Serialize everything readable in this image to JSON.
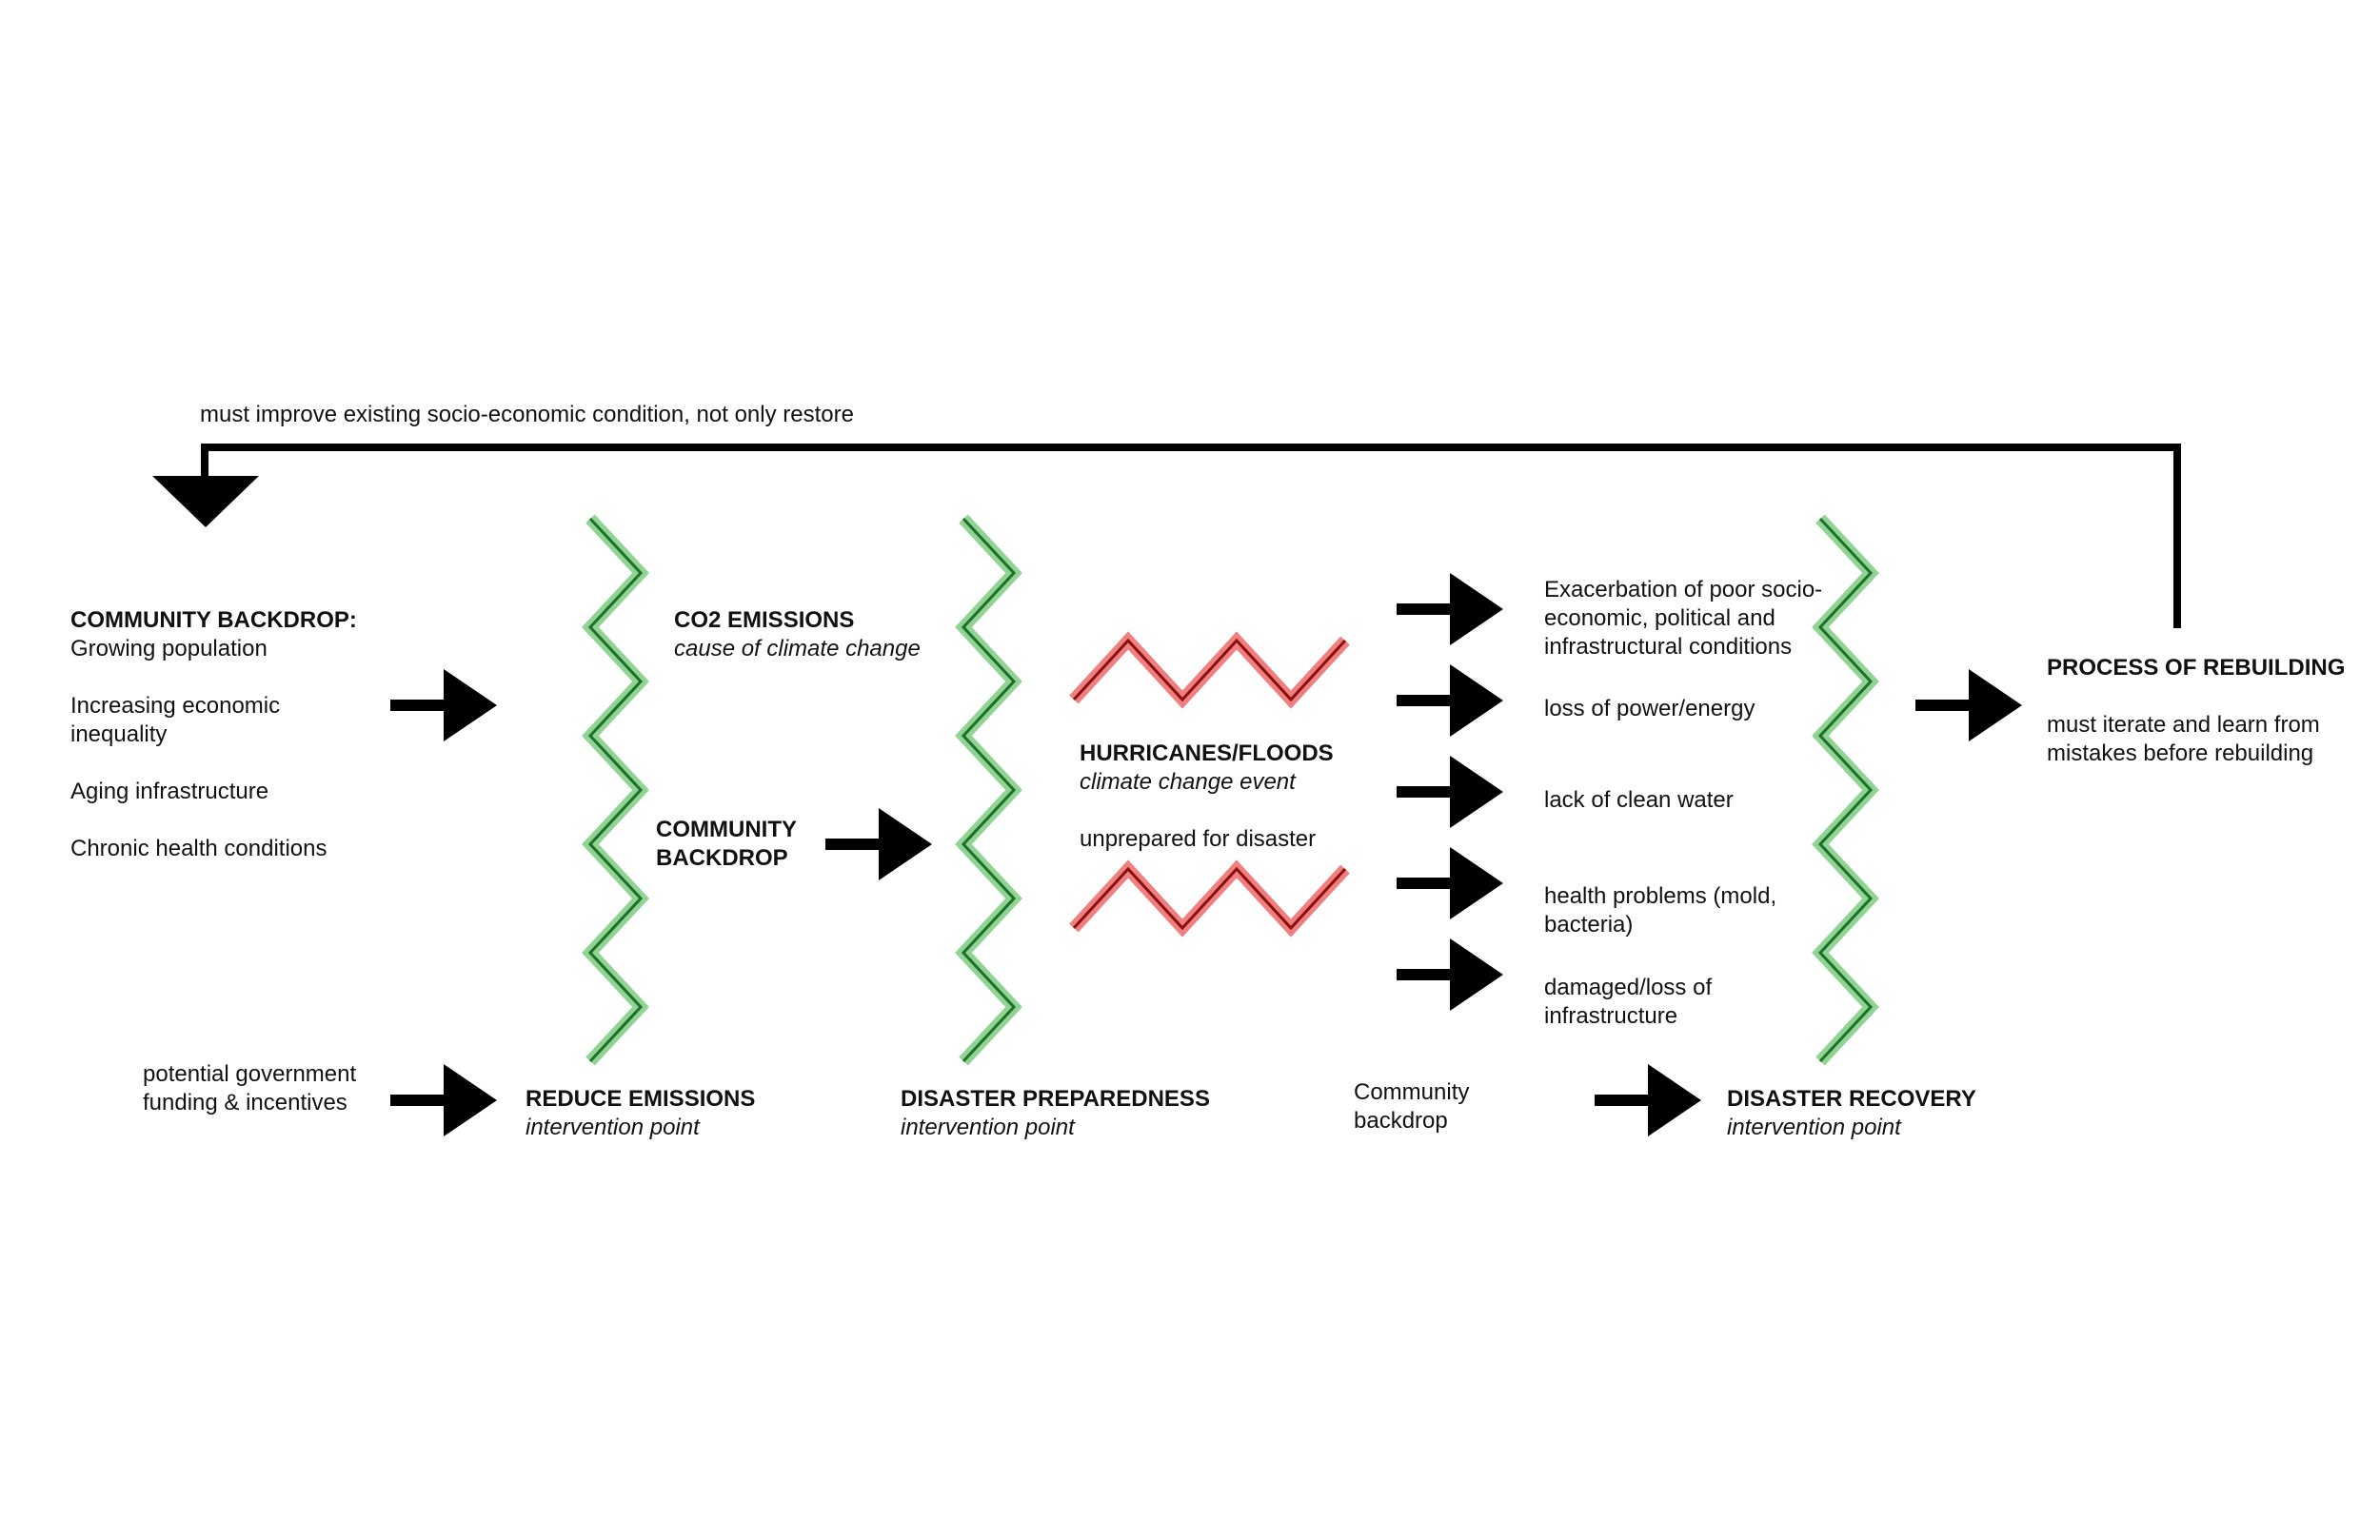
{
  "feedback": {
    "label": "must improve existing socio-economic condition, not only restore"
  },
  "community": {
    "title": "COMMUNITY BACKDROP:",
    "items": [
      "Growing population",
      "Increasing economic",
      "inequality",
      "Aging infrastructure",
      "Chronic health conditions"
    ]
  },
  "co2": {
    "title": "CO2 EMISSIONS",
    "subtitle": "cause of climate change"
  },
  "community_mid": {
    "line1": "COMMUNITY",
    "line2": "BACKDROP"
  },
  "hurricanes": {
    "title": "HURRICANES/FLOODS",
    "subtitle": "climate change event",
    "note": "unprepared for disaster"
  },
  "impacts": {
    "i1": [
      "Exacerbation of poor socio-",
      "economic, political and",
      "infrastructural conditions"
    ],
    "i2": "loss of power/energy",
    "i3": "lack of clean water",
    "i4": [
      "health problems (mold,",
      "bacteria)"
    ],
    "i5": [
      "damaged/loss of",
      "infrastructure"
    ]
  },
  "rebuilding": {
    "title": "PROCESS OF REBUILDING",
    "line1": "must iterate and learn from",
    "line2": "mistakes before rebuilding"
  },
  "government": {
    "line1": "potential government",
    "line2": "funding & incentives"
  },
  "reduce": {
    "title": "REDUCE EMISSIONS",
    "subtitle": "intervention point"
  },
  "preparedness": {
    "title": "DISASTER PREPAREDNESS",
    "subtitle": "intervention point"
  },
  "community_bottom": {
    "line1": "Community",
    "line2": "backdrop"
  },
  "recovery": {
    "title": "DISASTER RECOVERY",
    "subtitle": "intervention point"
  },
  "colors": {
    "barrier_green": "#1f7a2e",
    "barrier_glow": "#8fd492",
    "event_red": "#b02020",
    "event_glow": "#f08080",
    "arrow": "#000000"
  }
}
